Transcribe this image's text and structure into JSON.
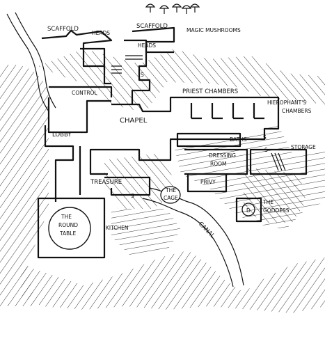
{
  "map": {
    "labels": {
      "scaffold_left": "SCAFFOLD",
      "heads_top": "HEADS",
      "scaffold_right": "SCAFFOLD",
      "magic_mushrooms": "MAGIC MUSHROOMS",
      "heads_right": "HEADS",
      "control": "CONTROL",
      "priest_chambers": "PRIEST CHAMBERS",
      "hierophants_chambers_1": "HIEROPHANT'S",
      "hierophants_chambers_2": "CHAMBERS",
      "chapel": "CHAPEL",
      "lobby": "LOBBY",
      "baths": "BATHS",
      "storage": "STORAGE",
      "dressing_room_1": "DRESSING",
      "dressing_room_2": "ROOM",
      "treasure": "TREASURE",
      "privy": "PRIVY",
      "the_cage_1": "THE",
      "the_cage_2": "CAGE",
      "the_goddess_1": "THE",
      "the_goddess_2": "GODDESS",
      "round_table_1": "THE",
      "round_table_2": "ROUND",
      "round_table_3": "TABLE",
      "kitchen": "KITCHEN",
      "canal": "CANAL",
      "secret_door": "S",
      "goddess_statue": "D"
    },
    "colors": {
      "ink": "#111111",
      "paper": "#ffffff"
    }
  }
}
